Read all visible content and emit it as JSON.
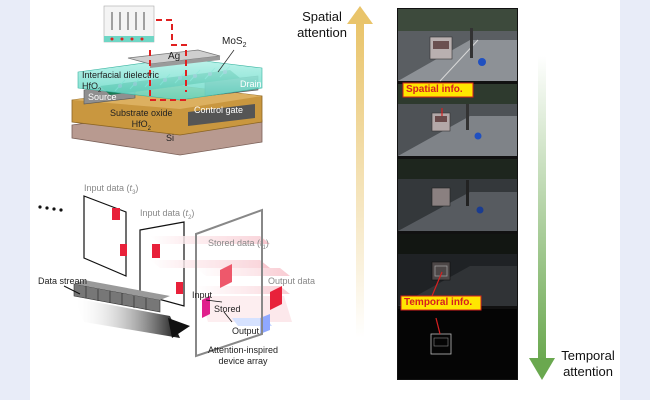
{
  "device": {
    "ag": "Ag",
    "mos2": "MoS",
    "mos2_sub": "2",
    "interfacial_line1": "Interfacial dielectric",
    "interfacial_line2": "HfO",
    "interfacial_sub": "2",
    "source": "Source",
    "drain": "Drain",
    "substrate_line1": "Substrate oxide",
    "substrate_line2": "HfO",
    "substrate_sub": "2",
    "control_gate": "Control gate",
    "si": "Si"
  },
  "dataflow": {
    "input_t3": "Input data (",
    "input_t3_var": "t",
    "input_t3_sub": "3",
    "input_t2": "Input data (",
    "input_t2_var": "t",
    "input_t2_sub": "2",
    "stored_t1": "Stored data (",
    "stored_t1_var": "t",
    "stored_t1_sub": "1",
    "close_paren": ")",
    "output_data": "Output data",
    "data_stream": "Data stream",
    "input": "Input",
    "stored": "Stored",
    "output": "Output",
    "array_line1": "Attention-inspired",
    "array_line2": "device array"
  },
  "axes": {
    "spatial_line1": "Spatial",
    "spatial_line2": "attention",
    "temporal_line1": "Temporal",
    "temporal_line2": "attention"
  },
  "photos": {
    "spatial_info": "Spatial info.",
    "temporal_info": "Temporal info."
  },
  "colors": {
    "spatial_arrow": "#e9c46a",
    "temporal_arrow": "#6aa84f",
    "highlight_box": "#ffe600",
    "highlight_text": "#d62020",
    "device_gold": "#c9973f",
    "device_teal": "#7fe3d4",
    "data_red": "#e8213a"
  }
}
